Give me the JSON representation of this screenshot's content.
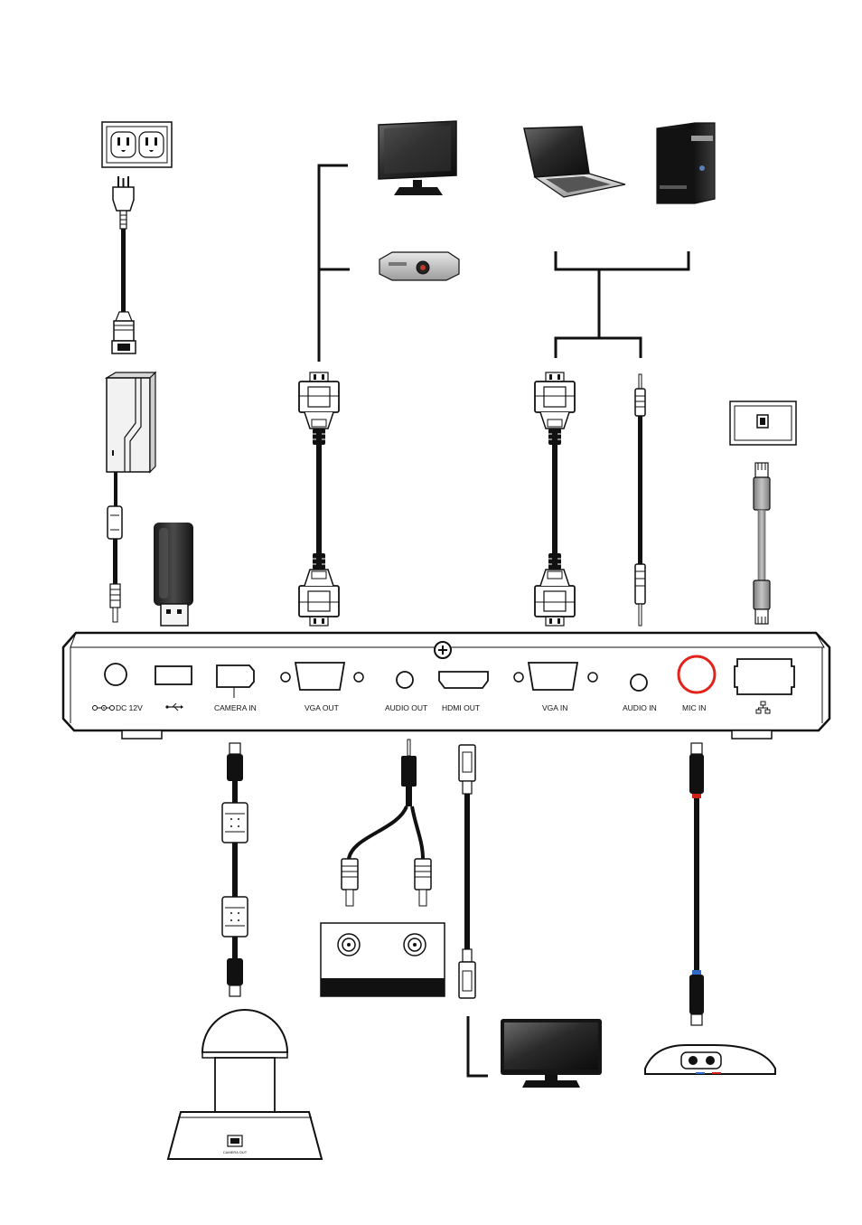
{
  "ports": {
    "dc": "DC 12V",
    "camera": "CAMERA IN",
    "vga_out": "VGA OUT",
    "audio_out": "AUDIO OUT",
    "hdmi_out": "HDMI OUT",
    "vga_in": "VGA IN",
    "audio_in": "AUDIO IN",
    "mic_in": "MIC IN"
  },
  "camera_unit": {
    "port_label": "CAMERA OUT"
  },
  "colors": {
    "line": "#111111",
    "mic_ring": "#e2231a",
    "cable_gray": "#9a9a9a",
    "mic_stripe_red": "#d0201a",
    "mic_stripe_blue": "#2d6bc4"
  }
}
